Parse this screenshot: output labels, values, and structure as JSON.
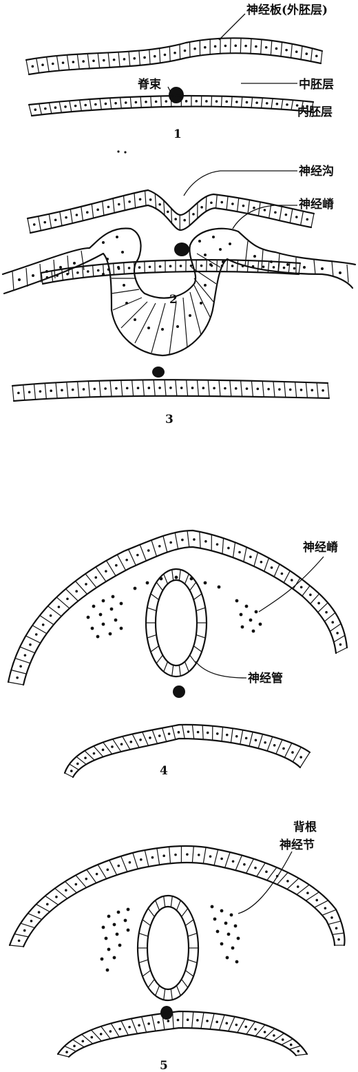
{
  "labels": {
    "neural_plate": "神经板(外胚层)",
    "notochord": "脊束",
    "mesoderm": "中胚层",
    "endoderm": "内胚层",
    "neural_groove": "神经沟",
    "neural_crest_3": "神经嵴",
    "neural_crest_4": "神经嵴",
    "neural_tube": "神经管",
    "drg_line1": "背根",
    "drg_line2": "神经节"
  },
  "stages": [
    "1",
    "2",
    "3",
    "4",
    "5"
  ],
  "colors": {
    "ink": "#111111",
    "paper": "#ffffff"
  }
}
